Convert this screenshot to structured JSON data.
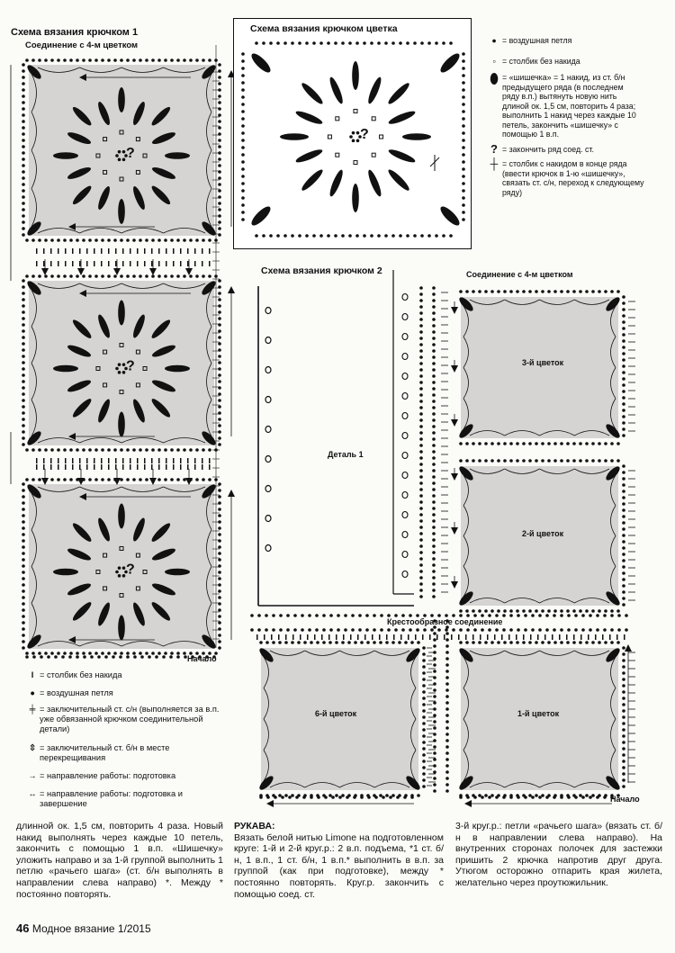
{
  "scheme1": {
    "title": "Схема вязания крючком 1",
    "join_label": "Соединение с 4-м цветком",
    "start_label": "Начало"
  },
  "flower_scheme": {
    "title": "Схема вязания крючком цветка",
    "legend": [
      {
        "icon": "dot-icon",
        "text": "= воздушная петля"
      },
      {
        "icon": "square-icon",
        "text": "= столбик без накида"
      },
      {
        "icon": "puff-icon",
        "text": "= «шишечка» = 1 накид, из ст. б/н предыдущего ряда (в последнем ряду в.п.) вытянуть новую нить длиной ок. 1,5 см, повторить 4 раза; выполнить 1 накид через каждые 10 петель, закончить «шишечку» с помощью 1 в.п."
      },
      {
        "icon": "question-hook-icon",
        "text": "= закончить ряд соед. ст."
      },
      {
        "icon": "cross-stitch-icon",
        "text": "= столбик с накидом в конце ряда (ввести крючок в 1-ю «шишечку», связать ст. с/н, переход к следующему ряду)"
      }
    ]
  },
  "scheme2": {
    "title": "Схема вязания крючком 2",
    "join_label": "Соединение с 4-м цветком",
    "detail_label": "Деталь 1",
    "cross_label": "Крестообразное соединение",
    "flower3": "3-й цветок",
    "flower2": "2-й цветок",
    "flower6": "6-й цветок",
    "flower1": "1-й цветок",
    "start_label": "Начало"
  },
  "legend": [
    {
      "icon": "bar-icon",
      "text": "= столбик без накида"
    },
    {
      "icon": "dot-icon",
      "text": "= воздушная петля"
    },
    {
      "icon": "tick-icon",
      "text": "= заключительный ст. с/н (выполняется за в.п. уже обвязанной крючком соединительной детали)"
    },
    {
      "icon": "double-tick-icon",
      "text": "= заключительный ст. б/н в месте перекрещивания"
    },
    {
      "icon": "arrow-icon",
      "text": "= направление работы: подготовка"
    },
    {
      "icon": "double-arrow-icon",
      "text": "= направление работы: подготовка и завершение"
    }
  ],
  "text": {
    "col1": "длинной ок. 1,5 см, повторить 4 раза. Новый накид выполнять через каждые 10 петель, закончить с помощью 1 в.п. «Шишечку» уложить направо и за 1-й группой выполнить 1 петлю «рачьего шага» (ст. б/н выполнять в направлении слева направо) *. Между * постоянно повторять.",
    "col2_title": "РУКАВА:",
    "col2": "Вязать белой нитью Limone на подготовленном круге: 1-й и 2-й круг.р.: 2 в.п. подъема, *1 ст. б/н, 1 в.п., 1 ст. б/н, 1 в.п.* выполнить в в.п. за группой (как при подготовке), между * постоянно повторять. Круг.р. закончить с помощью соед. ст.",
    "col3": "3-й круг.р.: петли «рачьего шага» (вязать ст. б/н в направлении слева направо). На внутренних сторонах полочек для застежки пришить 2 крючка напротив друг друга. Утюгом осторожно отпарить края жилета, желательно через проутюжильник."
  },
  "footer": {
    "page": "46",
    "magazine": "Модное вязание 1/2015"
  }
}
